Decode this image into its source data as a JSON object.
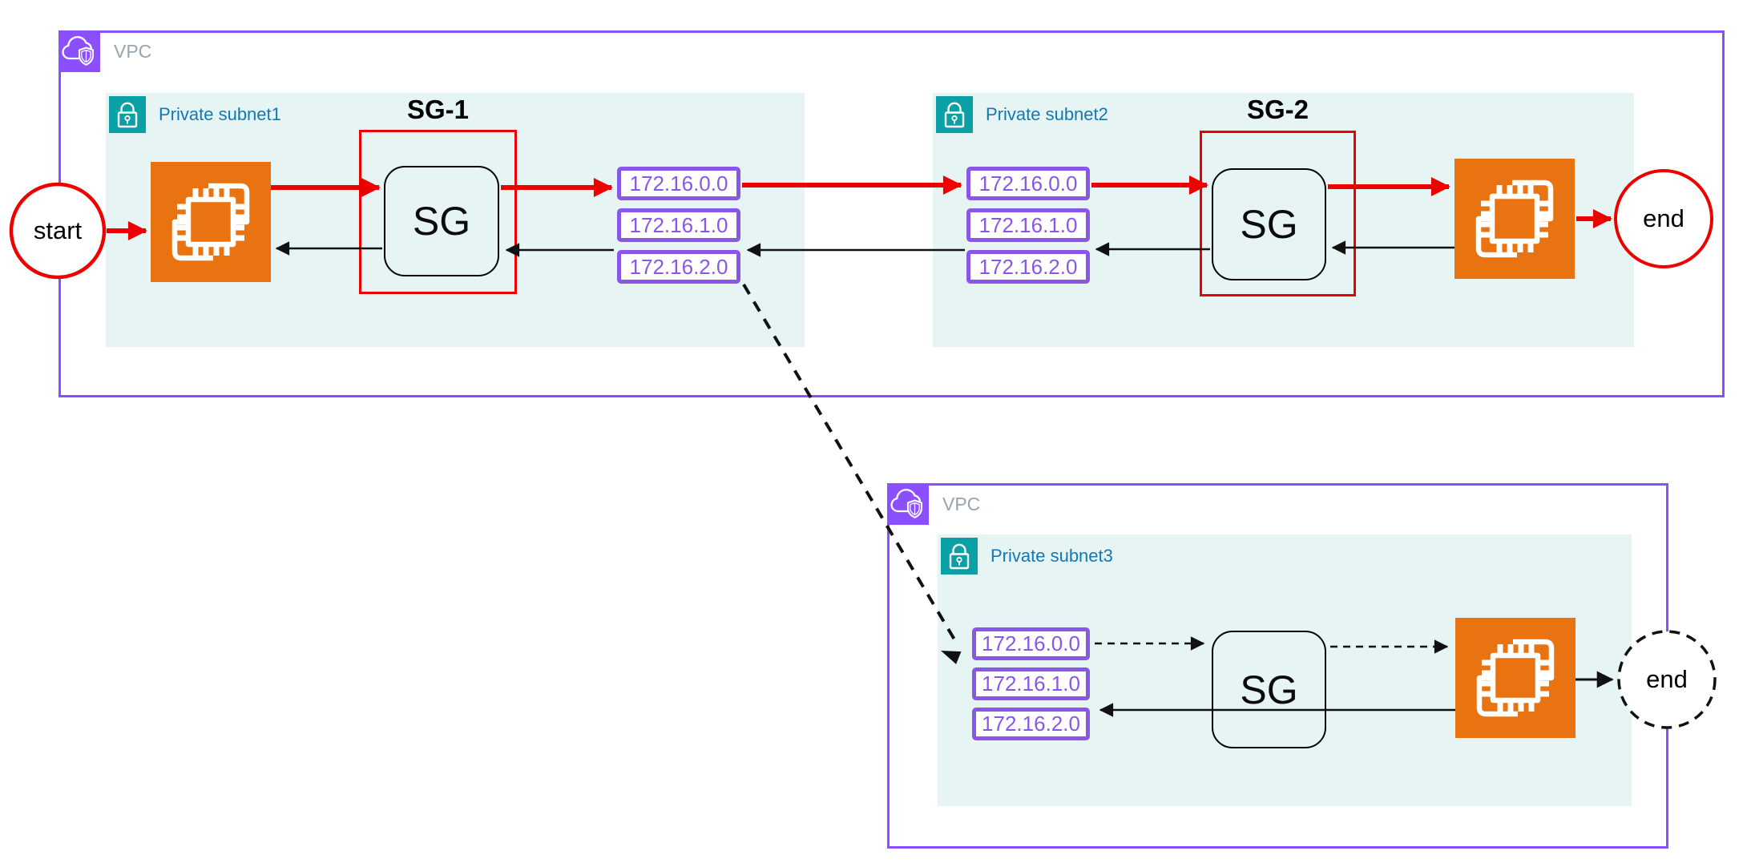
{
  "colors": {
    "vpc_border_purple": "#8C4FFF",
    "route_box_purple": "#8957E8",
    "subnet_bg_teal": "#E7F4F4",
    "lock_icon_teal": "#0AA0A6",
    "subnet_label_blue": "#1179B5",
    "ec2_orange": "#E97211",
    "path_red": "#ED0000",
    "path_black": "#111111",
    "vpc_label_gray": "#97A5AE"
  },
  "vpc_top": {
    "label": "VPC"
  },
  "vpc_bottom": {
    "label": "VPC"
  },
  "subnet1": {
    "label": "Private subnet1",
    "routes": [
      "172.16.0.0",
      "172.16.1.0",
      "172.16.2.0"
    ]
  },
  "subnet2": {
    "label": "Private subnet2",
    "routes": [
      "172.16.0.0",
      "172.16.1.0",
      "172.16.2.0"
    ]
  },
  "subnet3": {
    "label": "Private subnet3",
    "routes": [
      "172.16.0.0",
      "172.16.1.0",
      "172.16.2.0"
    ]
  },
  "sg1": {
    "frame_label": "SG-1",
    "node_label": "SG"
  },
  "sg2": {
    "frame_label": "SG-2",
    "node_label": "SG"
  },
  "sg3": {
    "node_label": "SG"
  },
  "endpoints": {
    "start": "start",
    "end_top": "end",
    "end_bottom": "end"
  }
}
